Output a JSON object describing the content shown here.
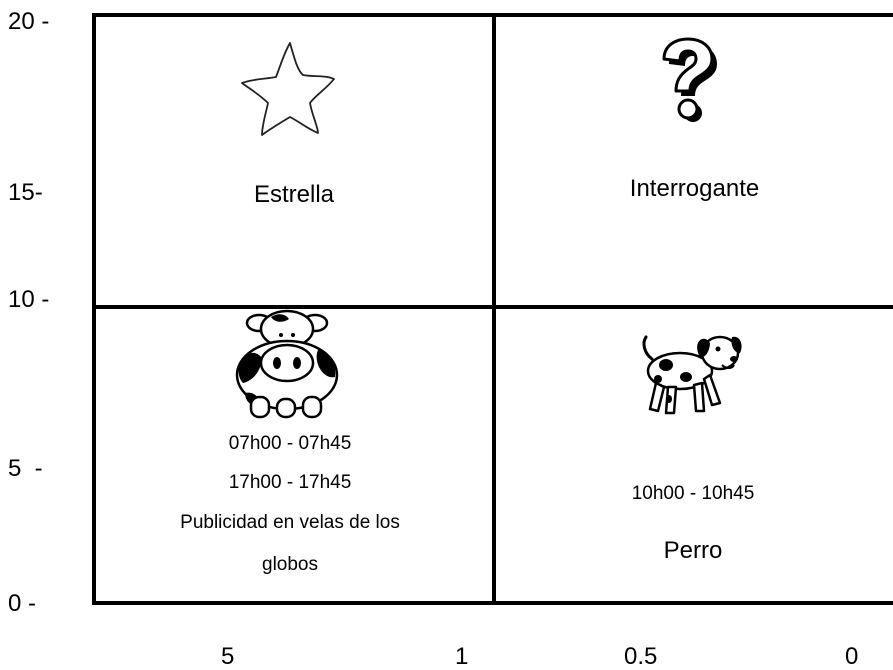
{
  "y_axis_labels": [
    "20 -",
    "15-",
    "10 -",
    "5  -",
    "0 -"
  ],
  "x_axis_labels": [
    "5",
    "1",
    "0.5",
    "0"
  ],
  "quadrants": {
    "top_left": {
      "icon": "star-icon",
      "title": "Estrella"
    },
    "top_right": {
      "icon": "question-mark-icon",
      "title": "Interrogante"
    },
    "bottom_left": {
      "icon": "cow-icon",
      "lines": [
        "07h00 - 07h45",
        "17h00 - 17h45",
        "Publicidad en velas de los",
        "globos"
      ]
    },
    "bottom_right": {
      "icon": "dog-icon",
      "schedule": "10h00 - 10h45",
      "title": "Perro"
    }
  }
}
